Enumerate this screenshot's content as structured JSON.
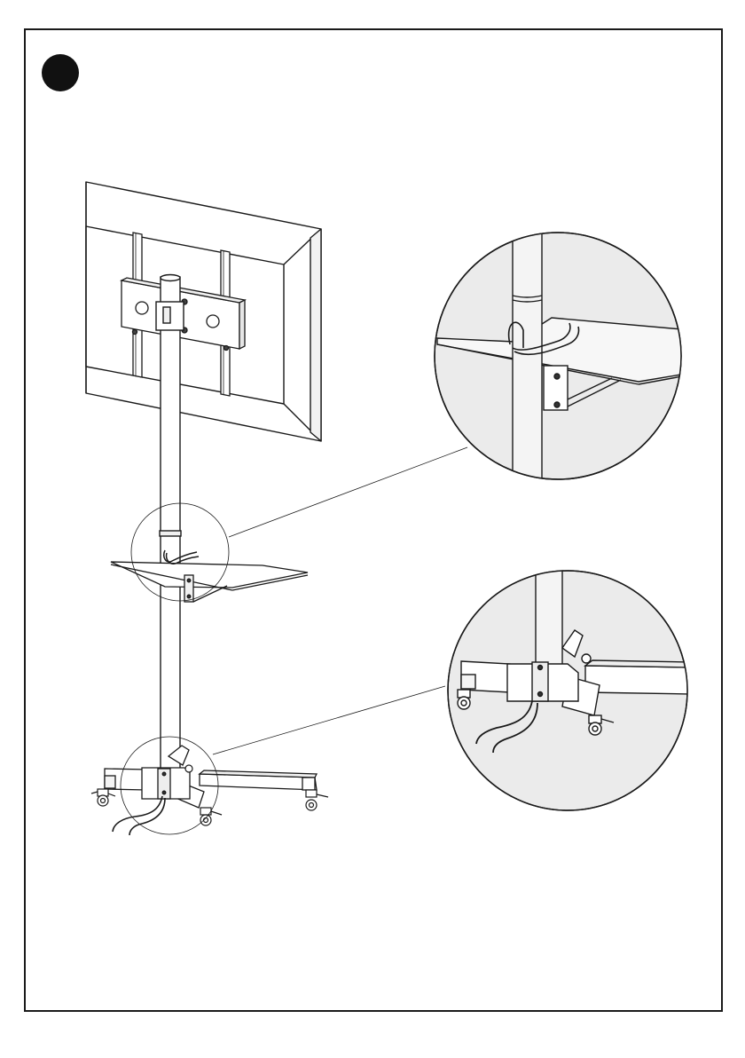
{
  "step_badge": {
    "label": ""
  },
  "colors": {
    "ink": "#1a1a1a",
    "paper": "#ffffff",
    "detail_fill": "#ebebeb",
    "badge": "#111111"
  },
  "illustration": {
    "components": [
      "tv-panel",
      "mounting-bracket",
      "pole",
      "shelf",
      "cable",
      "base",
      "casters"
    ],
    "detail_views": [
      "shelf-cable-clip-detail",
      "base-cable-exit-detail"
    ]
  }
}
